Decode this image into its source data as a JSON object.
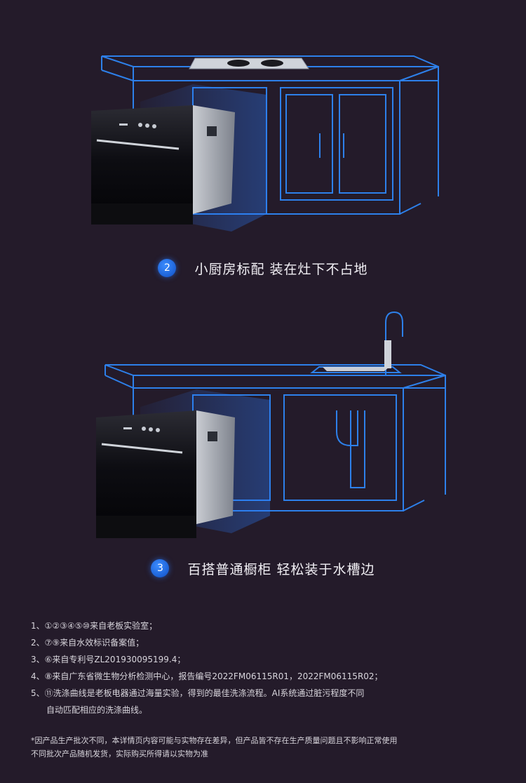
{
  "captions": [
    {
      "number": "2",
      "text": "小厨房标配 装在灶下不占地"
    },
    {
      "number": "3",
      "text": "百搭普通橱柜 轻松装于水槽边"
    }
  ],
  "notes": [
    "1、①②③④⑤⑩来自老板实验室；",
    "2、⑦⑨来自水效标识备案值；",
    "3、⑥来自专利号ZL201930095199.4；",
    "4、⑧来自广东省微生物分析检测中心，报告编号2022FM06115R01，2022FM06115R02；",
    "5、⑪洗涤曲线是老板电器通过海量实验，得到的最佳洗涤流程。AI系统通过脏污程度不同",
    "自动匹配相应的洗涤曲线。"
  ],
  "disclaimer": [
    "*因产品生产批次不同，本详情页内容可能与实物存在差异，但产品皆不存在生产质量问题且不影响正常使用",
    "不同批次产品随机发货，实际购买所得请以实物为准"
  ],
  "colors": {
    "background": "#241b2a",
    "wireframe": "#2f8cff",
    "badge": "#1f6ae0"
  }
}
